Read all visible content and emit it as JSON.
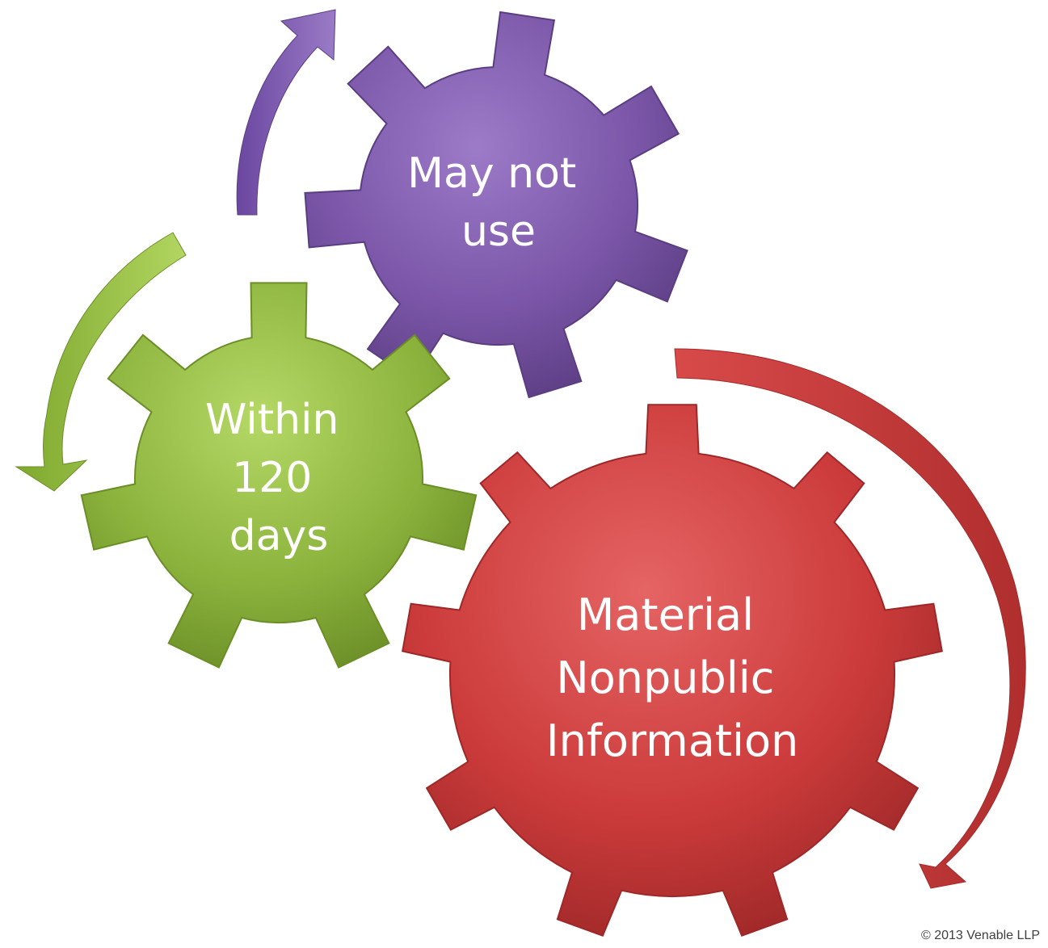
{
  "gears": [
    {
      "id": "purple",
      "lines": [
        "May not",
        "use"
      ],
      "color": "#7b56a8",
      "color_light": "#9a78c6",
      "color_dark": "#5d3f85"
    },
    {
      "id": "green",
      "lines": [
        "Within",
        "120",
        "days"
      ],
      "color": "#8cb43d",
      "color_light": "#b0d35f",
      "color_dark": "#6d9128"
    },
    {
      "id": "red",
      "lines": [
        "Material",
        "Nonpublic",
        "Information"
      ],
      "color": "#cc3b3b",
      "color_light": "#e06060",
      "color_dark": "#a32a2a"
    }
  ],
  "footer": {
    "copyright": "© 2013 Venable LLP"
  }
}
